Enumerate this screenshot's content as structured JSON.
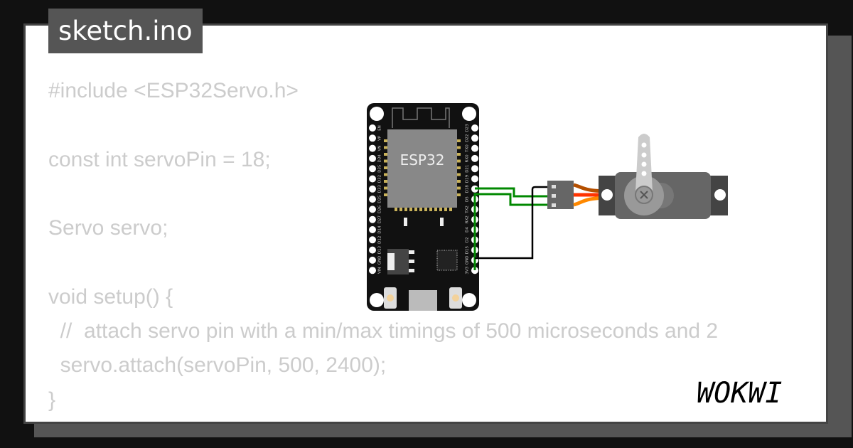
{
  "title": "sketch.ino",
  "code_lines": [
    "#include <ESP32Servo.h>",
    "",
    "const int servoPin = 18;",
    "",
    "Servo servo;",
    "",
    "void setup() {",
    "  //  attach servo pin with a min/max timings of 500 microseconds and 2",
    "  servo.attach(servoPin, 500, 2400);",
    "}"
  ],
  "board": {
    "label": "ESP32",
    "left_pins": [
      "EN",
      "VP",
      "VN",
      "D34",
      "D35",
      "D32",
      "D33",
      "D25",
      "D26",
      "D27",
      "D14",
      "D12",
      "D13",
      "GND",
      "VIN"
    ],
    "right_pins": [
      "D23",
      "D22",
      "TX0",
      "RX0",
      "D21",
      "D19",
      "D18",
      "D5",
      "TX2",
      "RX2",
      "D4",
      "D2",
      "D15",
      "GND",
      "3V3"
    ]
  },
  "wire_colors": {
    "signal": "#008000",
    "power": "#008000",
    "ground": "#000000"
  },
  "logo": "WOKWI"
}
